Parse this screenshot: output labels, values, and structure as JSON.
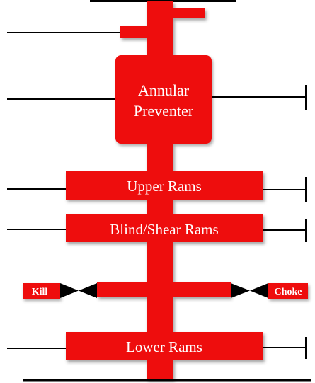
{
  "diagram": {
    "annular_label_line1": "Annular",
    "annular_label_line2": "Preventer",
    "upper_rams_label": "Upper Rams",
    "blind_shear_rams_label": "Blind/Shear Rams",
    "lower_rams_label": "Lower Rams",
    "kill_label": "Kill",
    "choke_label": "Choke"
  },
  "colors": {
    "body_red": "#ee1111",
    "line_black": "#000000",
    "text_white": "#ffffff"
  }
}
